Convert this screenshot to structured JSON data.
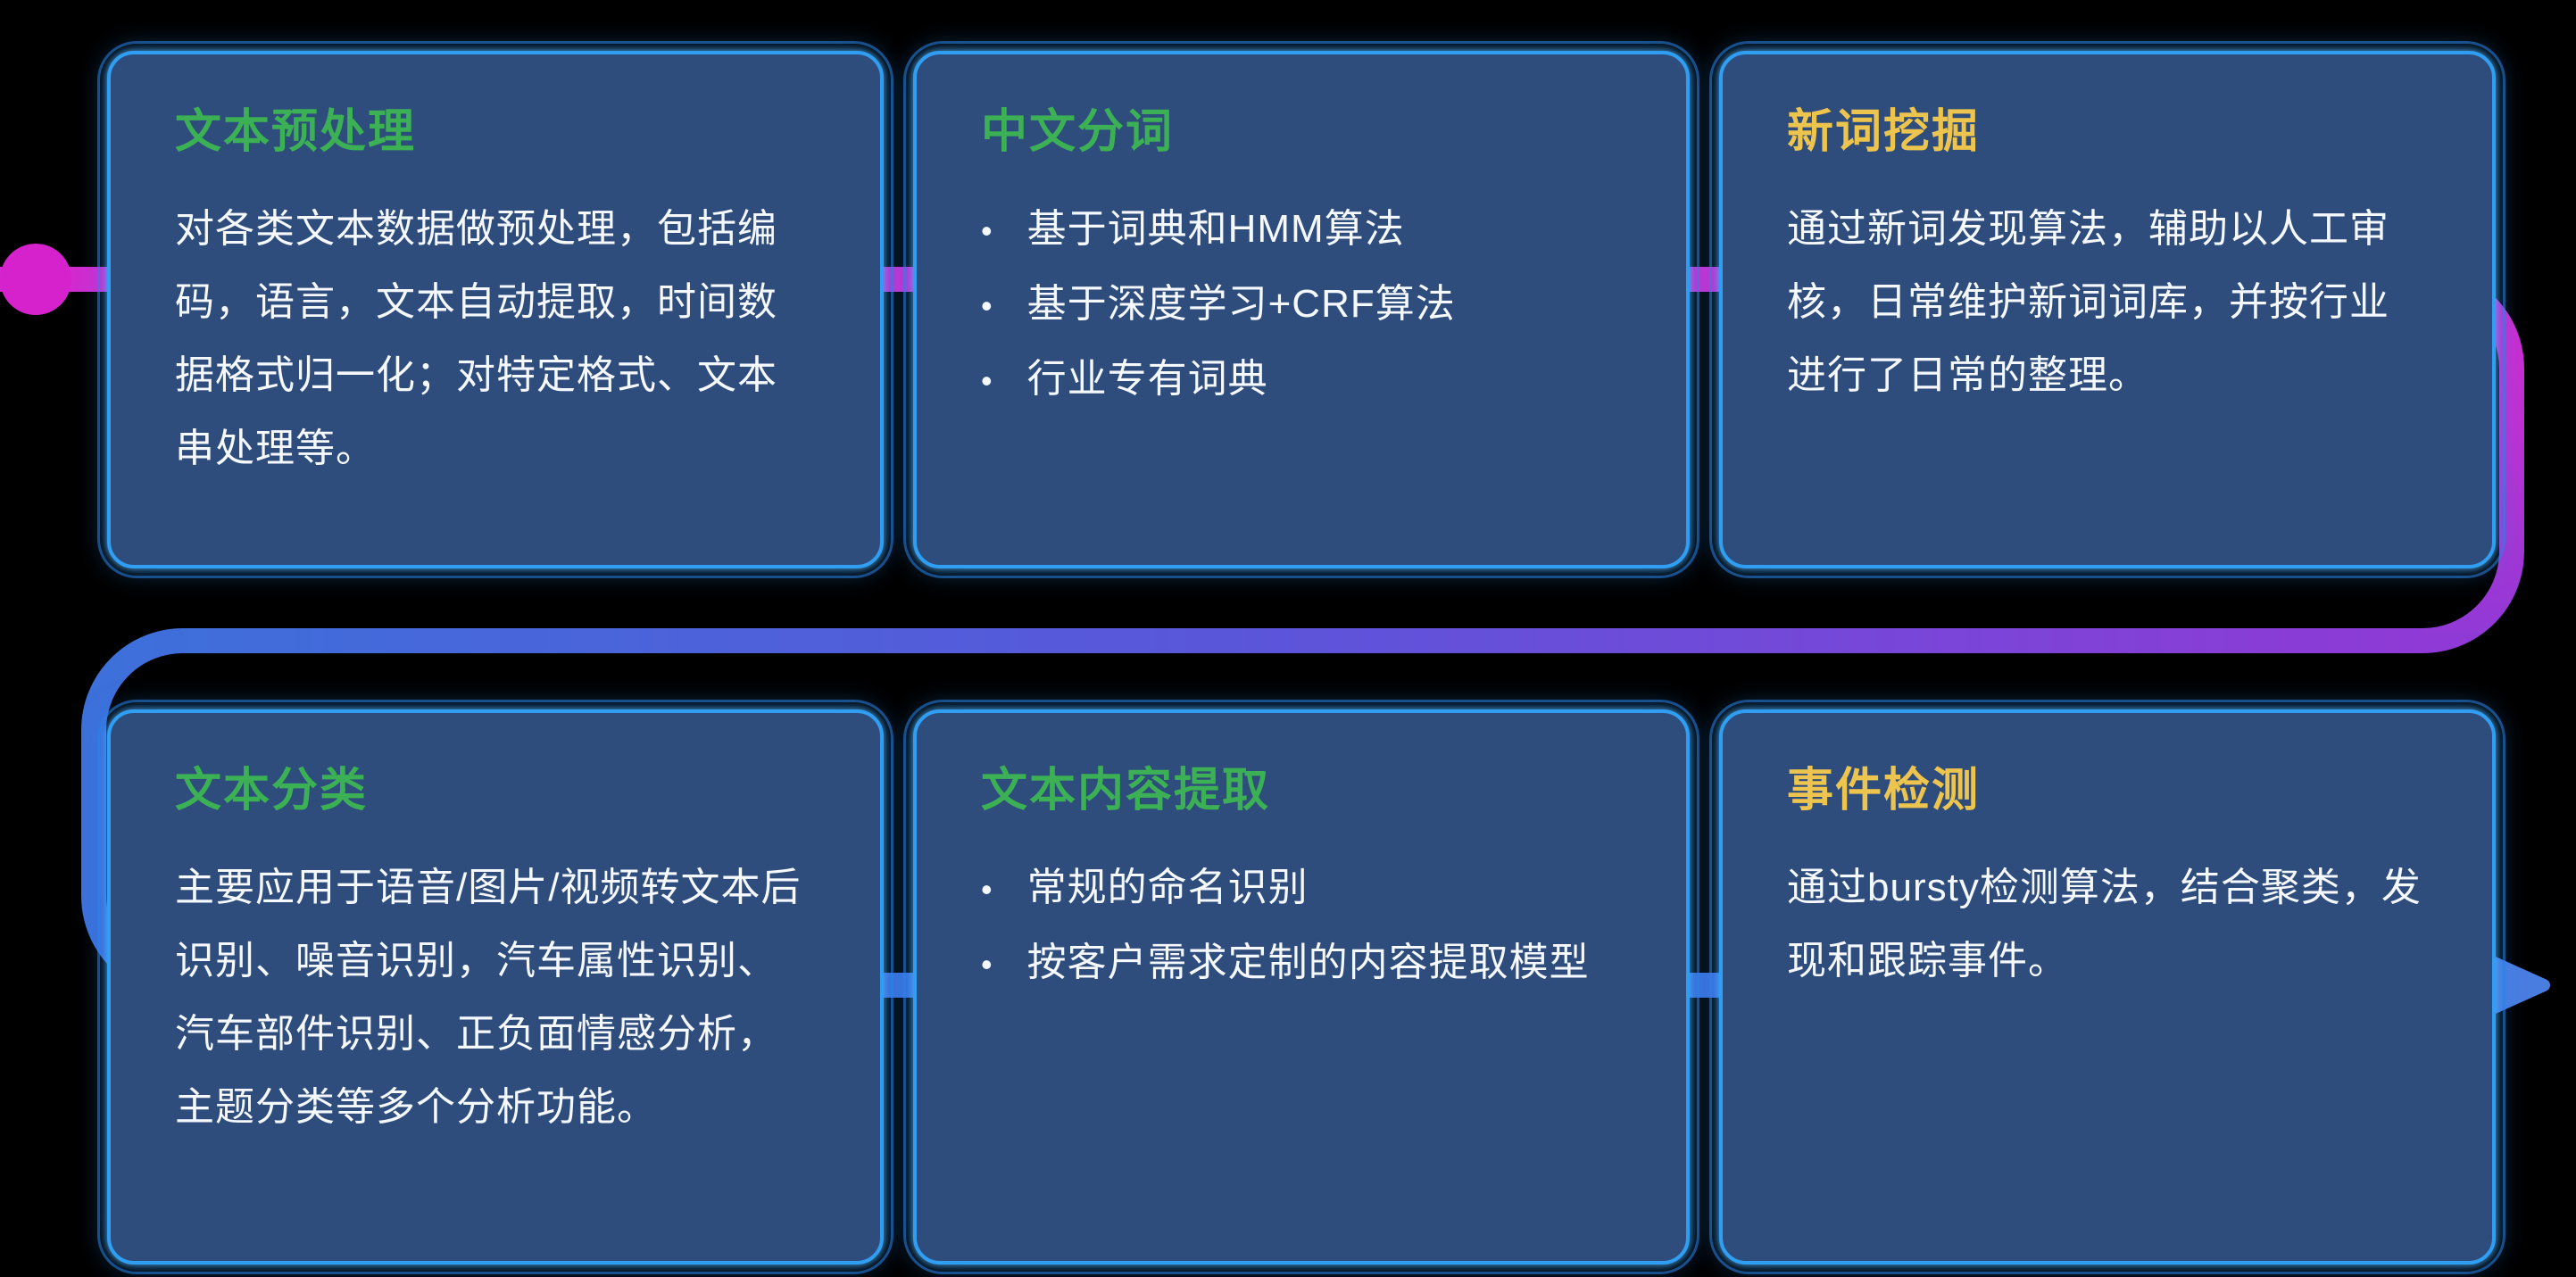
{
  "glyphs": {
    "bullet": "•"
  },
  "colors": {
    "background": "#000000",
    "card_bg": "#2e4d7d",
    "card_border": "#2f9ef3",
    "title_green": "#3cb054",
    "title_yellow": "#ecc44e",
    "body_text": "#f5f8fc",
    "connector_magenta": "#d12bcf",
    "connector_purple": "#8f3ad6",
    "connector_blue": "#3d70da",
    "arrow_blue": "#4a7de0"
  },
  "cards": [
    {
      "id": "text-preprocessing",
      "title": "文本预处理",
      "title_color": "green",
      "type": "paragraph",
      "body": "对各类文本数据做预处理，包括编码，语言，文本自动提取，时间数据格式归一化；对特定格式、文本串处理等。"
    },
    {
      "id": "chinese-word-segmentation",
      "title": "中文分词",
      "title_color": "green",
      "type": "bullets",
      "bullets": [
        "基于词典和HMM算法",
        "基于深度学习+CRF算法",
        "行业专有词典"
      ]
    },
    {
      "id": "new-word-mining",
      "title": "新词挖掘",
      "title_color": "yellow",
      "type": "paragraph",
      "body": "通过新词发现算法，辅助以人工审核，日常维护新词词库，并按行业进行了日常的整理。"
    },
    {
      "id": "text-classification",
      "title": "文本分类",
      "title_color": "green",
      "type": "paragraph",
      "body": "主要应用于语音/图片/视频转文本后识别、噪音识别，汽车属性识别、汽车部件识别、正负面情感分析，主题分类等多个分析功能。"
    },
    {
      "id": "text-content-extraction",
      "title": "文本内容提取",
      "title_color": "green",
      "type": "bullets",
      "bullets": [
        "常规的命名识别",
        "按客户需求定制的内容提取模型"
      ]
    },
    {
      "id": "event-detection",
      "title": "事件检测",
      "title_color": "yellow",
      "type": "paragraph",
      "body": "通过bursty检测算法，结合聚类，发现和跟踪事件。"
    }
  ]
}
